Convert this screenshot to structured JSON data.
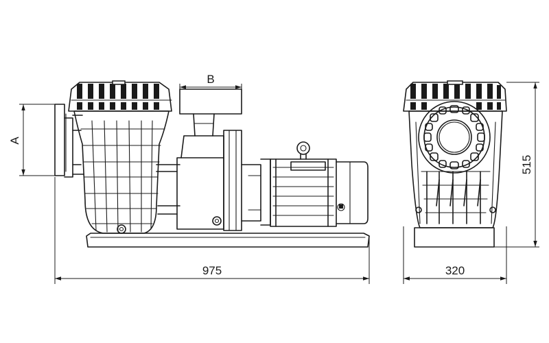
{
  "dimensions": {
    "length": "975",
    "width": "320",
    "height": "515",
    "inlet_height": "A",
    "outlet_width": "B"
  }
}
